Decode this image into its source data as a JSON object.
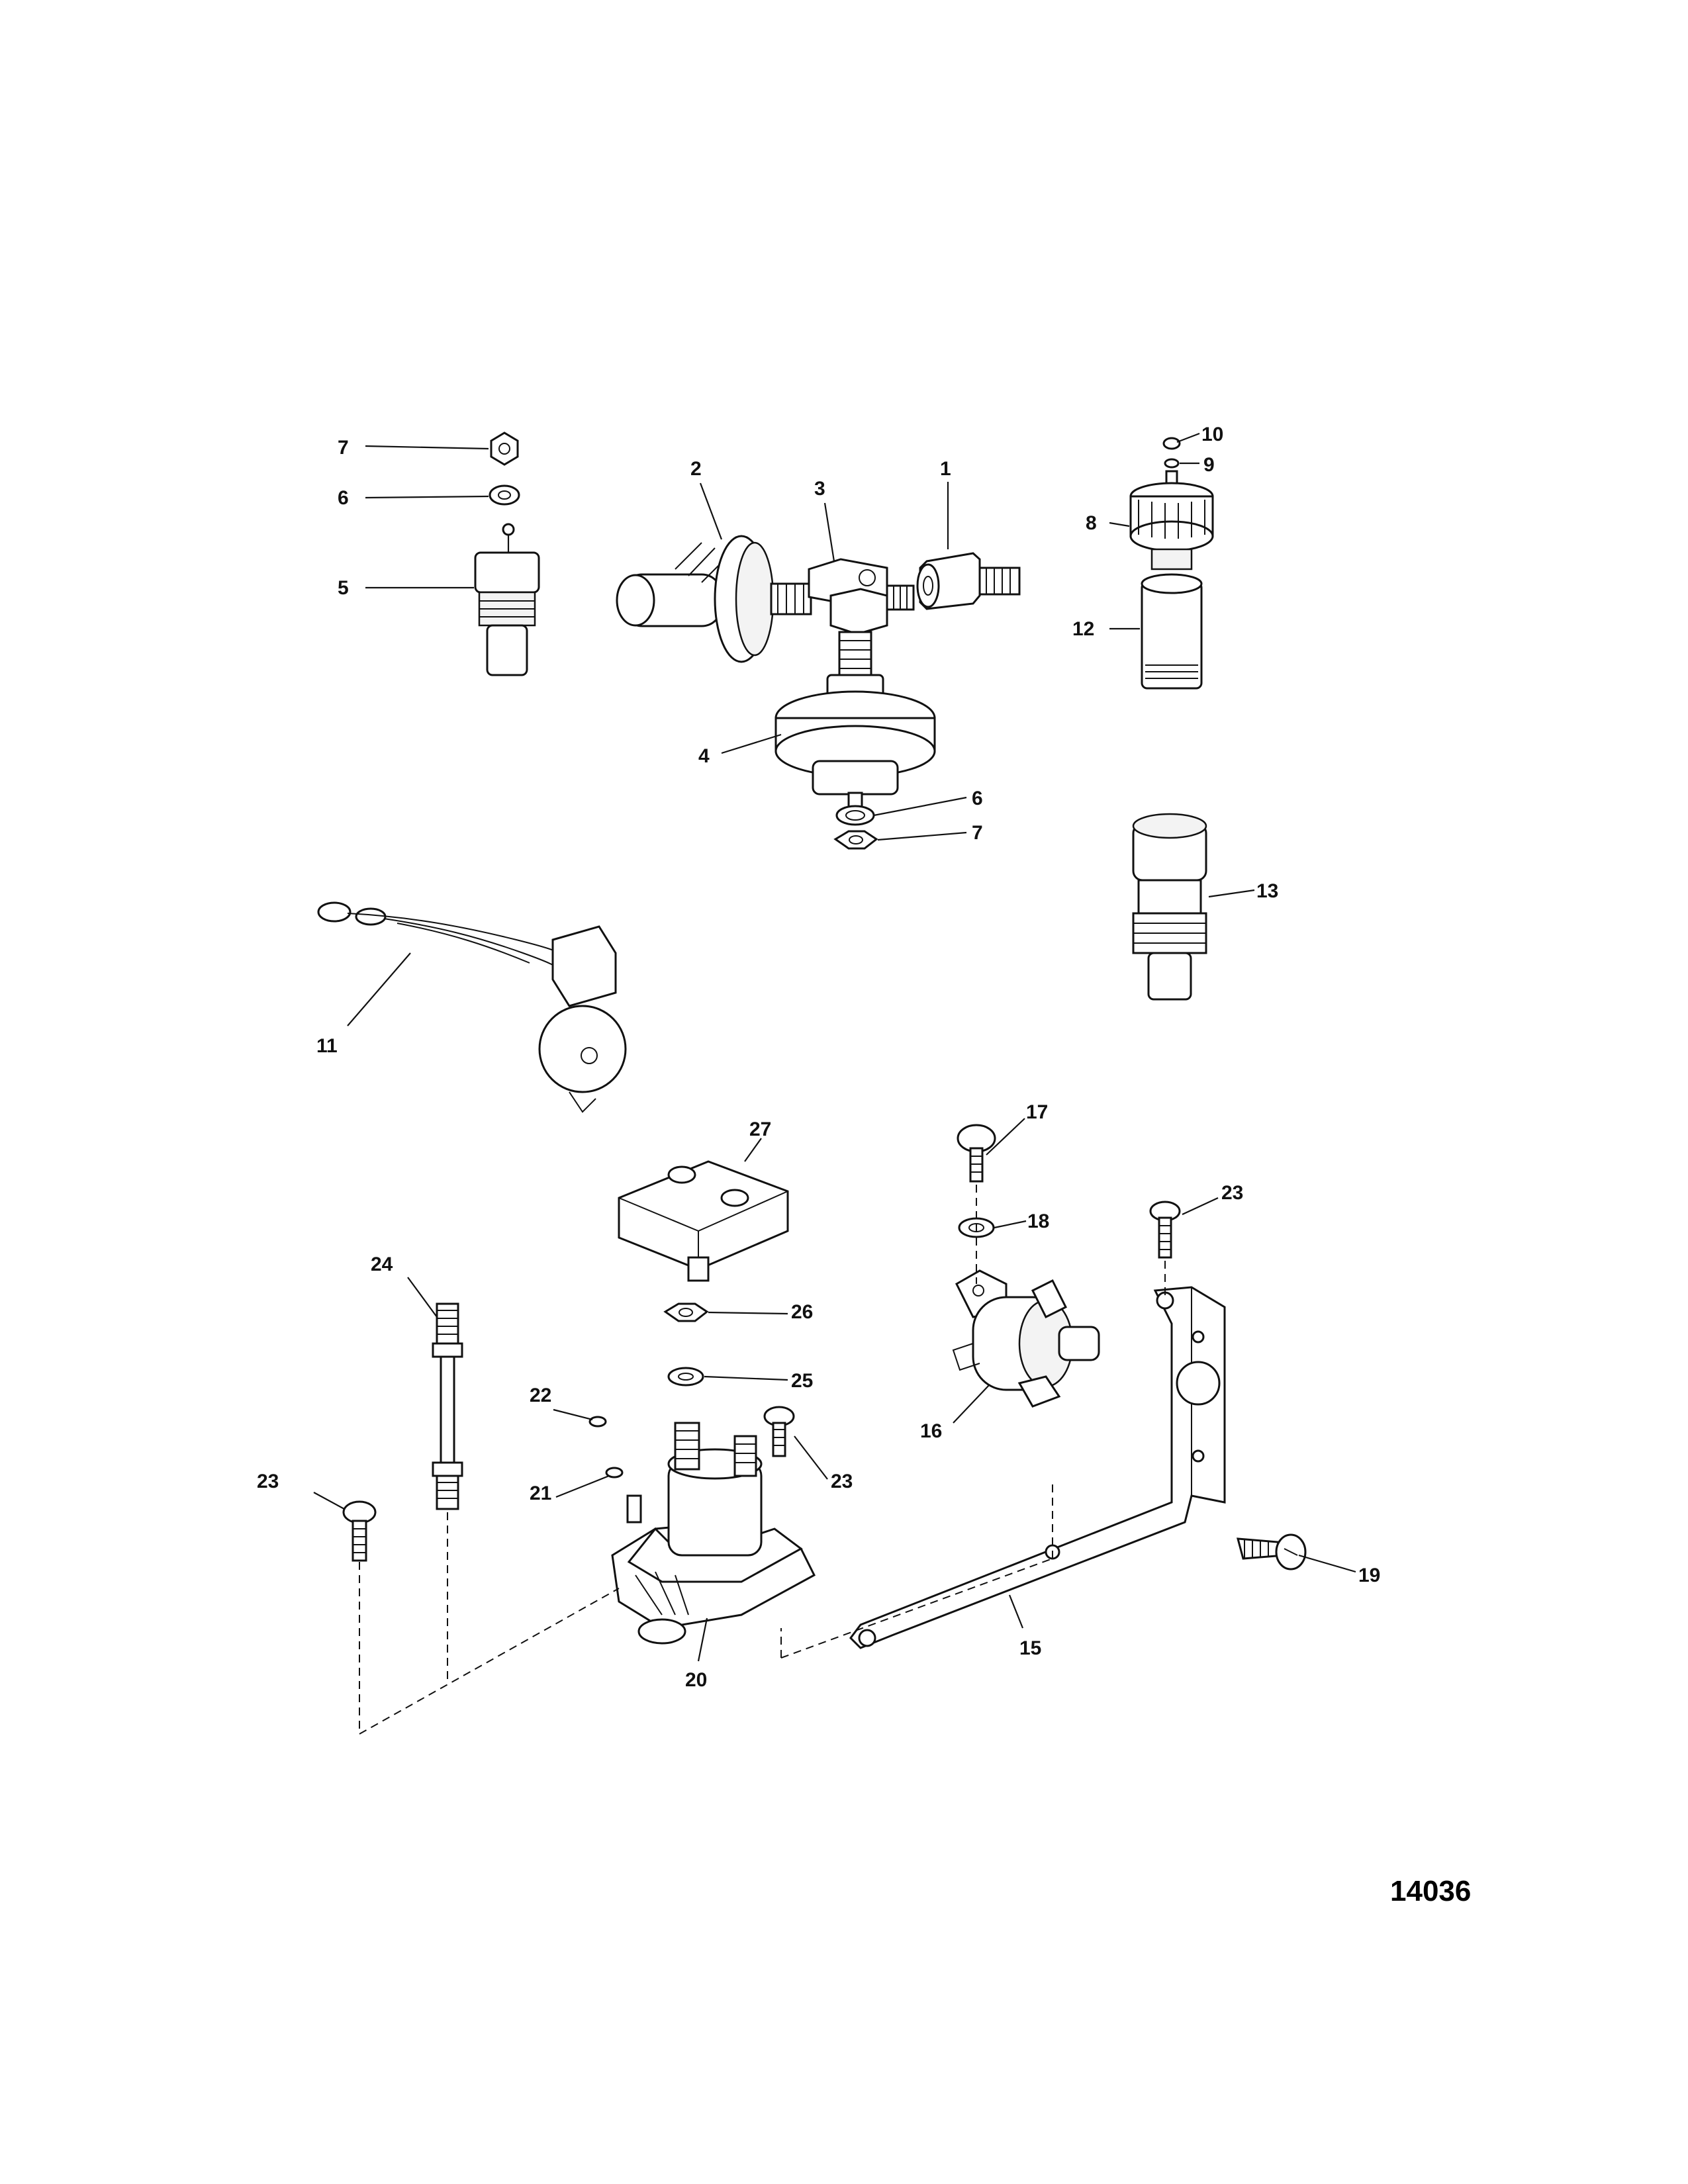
{
  "figure_number": "14036",
  "callouts": [
    {
      "id": "c7a",
      "text": "7"
    },
    {
      "id": "c6a",
      "text": "6"
    },
    {
      "id": "c5",
      "text": "5"
    },
    {
      "id": "c2",
      "text": "2"
    },
    {
      "id": "c3",
      "text": "3"
    },
    {
      "id": "c1",
      "text": "1"
    },
    {
      "id": "c10",
      "text": "10"
    },
    {
      "id": "c9",
      "text": "9"
    },
    {
      "id": "c8",
      "text": "8"
    },
    {
      "id": "c12",
      "text": "12"
    },
    {
      "id": "c4",
      "text": "4"
    },
    {
      "id": "c6b",
      "text": "6"
    },
    {
      "id": "c7b",
      "text": "7"
    },
    {
      "id": "c13",
      "text": "13"
    },
    {
      "id": "c11",
      "text": "11"
    },
    {
      "id": "c17",
      "text": "17"
    },
    {
      "id": "c27",
      "text": "27"
    },
    {
      "id": "c18",
      "text": "18"
    },
    {
      "id": "c23a",
      "text": "23"
    },
    {
      "id": "c24",
      "text": "24"
    },
    {
      "id": "c26",
      "text": "26"
    },
    {
      "id": "c25",
      "text": "25"
    },
    {
      "id": "c22",
      "text": "22"
    },
    {
      "id": "c16",
      "text": "16"
    },
    {
      "id": "c23b",
      "text": "23"
    },
    {
      "id": "c21",
      "text": "21"
    },
    {
      "id": "c23c",
      "text": "23"
    },
    {
      "id": "c19",
      "text": "19"
    },
    {
      "id": "c15",
      "text": "15"
    },
    {
      "id": "c20",
      "text": "20"
    }
  ]
}
